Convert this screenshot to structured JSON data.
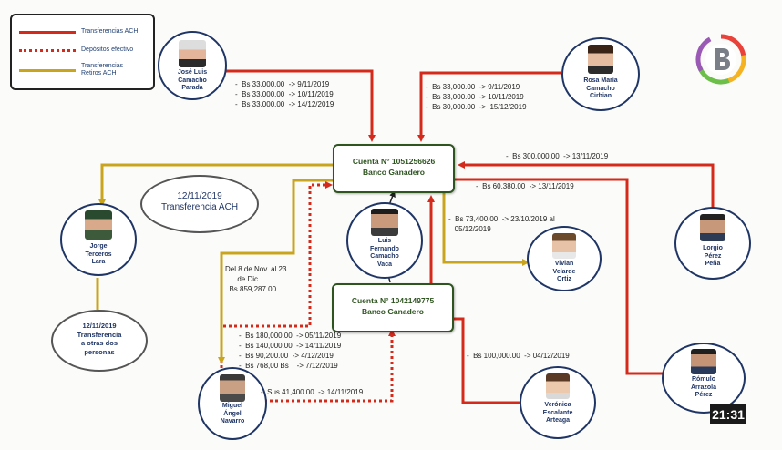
{
  "legend": {
    "ach": "Transferencias ACH",
    "deposits": "Depósitos efectivo",
    "ach_withdrawals": "Transferencias Retiros ACH"
  },
  "colors": {
    "ach": "#d42a1c",
    "deposit": "#d42a1c",
    "withdrawal": "#c9a51e",
    "account_border": "#2e5420",
    "person_border": "#1f3566"
  },
  "people": {
    "jose": "José Luis\nCamacho\nParada",
    "rosa": "Rosa María\nCamacho\nCirbian",
    "jorge": "Jorge\nTerceros\nLara",
    "luis": "Luis\nFernando\nCamacho\nVaca",
    "vivian": "Vivian\nVelarde\nOrtiz",
    "lorgio": "Lorgio\nPérez\nPeña",
    "miguel": "Miguel\nÁngel\nNavarro",
    "veronica": "Verónica\nEscalante\nArteaga",
    "romulo": "Rómulo\nArrazola\nPérez"
  },
  "accounts": {
    "main": {
      "number": "Cuenta N° 1051256626",
      "bank": "Banco Ganadero"
    },
    "second": {
      "number": "Cuenta N° 1042149775",
      "bank": "Banco Ganadero"
    }
  },
  "ovals": {
    "date_title": "12/11/2019\nTransferencia ACH",
    "jorge_note": "12/11/2019\nTransferencia\na otras dos\npersonas"
  },
  "amounts": {
    "jose": "-  Bs 33,000.00  -> 9/11/2019\n-  Bs 33,000.00  -> 10/11/2019\n-  Bs 33,000.00  -> 14/12/2019",
    "rosa": "-  Bs 33,000.00  -> 9/11/2019\n-  Bs 33,000.00  -> 10/11/2019\n-  Bs 30,000.00  ->  15/12/2019",
    "lorgio": "-  Bs 300,000.00  -> 13/11/2019",
    "romulo": "-  Bs 60,380.00  -> 13/11/2019",
    "vivian": "-  Bs 73,400.00  -> 23/10/2019 al\n   05/12/2019",
    "miguel_period": "Del 8 de Nov. al 23\n      de Dic.\n  Bs 859,287.00",
    "miguel_deposits": "-  Bs 180,000.00  -> 05/11/2019\n-  Bs 140,000.00  -> 14/11/2019\n-  Bs 90,200.00  -> 4/12/2019\n-  Bs 768,00 Bs    -> 7/12/2019",
    "miguel_sus": "-  Sus 41,400.00  -> 14/11/2019",
    "veronica": "-  Bs 100,000.00  -> 04/12/2019"
  },
  "clock": "21:31"
}
